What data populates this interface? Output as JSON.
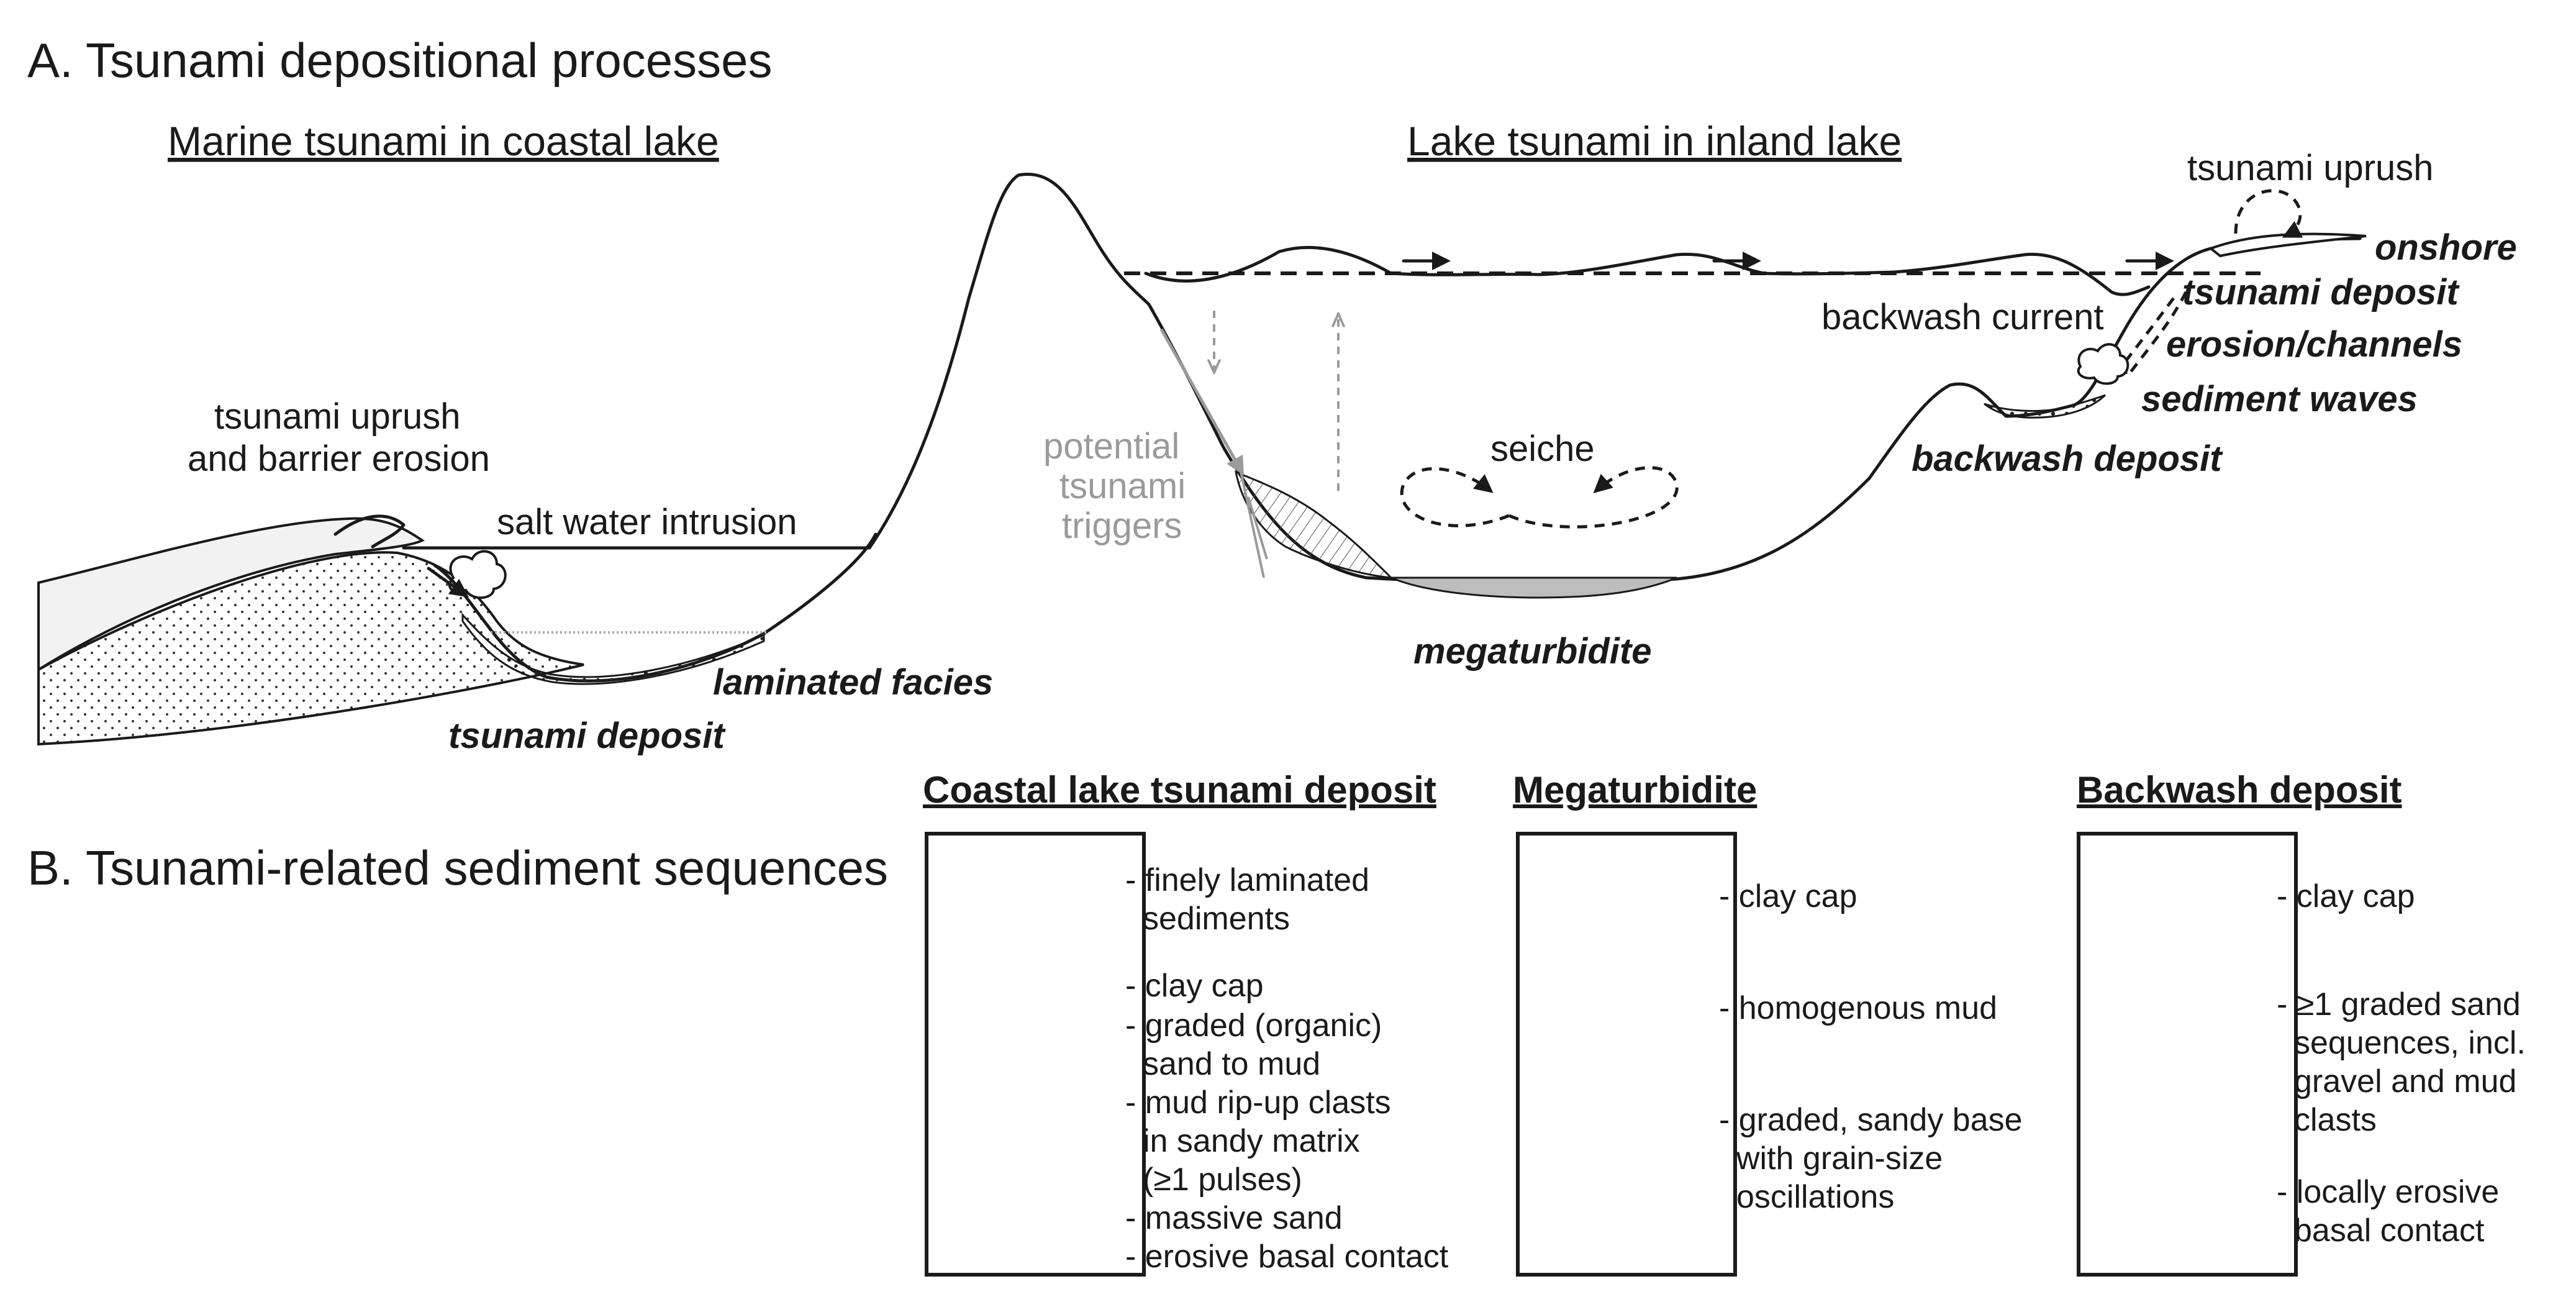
{
  "panel_a": {
    "title": "A. Tsunami depositional processes",
    "marine_heading": "Marine tsunami in coastal lake",
    "lake_heading": "Lake tsunami in inland lake",
    "labels": {
      "uprush_barrier_1": "tsunami uprush",
      "uprush_barrier_2": "and barrier erosion",
      "salt_water": "salt water intrusion",
      "laminated_facies": "laminated facies",
      "tsunami_deposit": "tsunami deposit",
      "triggers_1": "potential",
      "triggers_2": "tsunami",
      "triggers_3": "triggers",
      "seiche": "seiche",
      "megaturbidite": "megaturbidite",
      "backwash_current": "backwash current",
      "backwash_deposit": "backwash deposit",
      "tsunami_uprush": "tsunami uprush",
      "onshore_1": "onshore",
      "onshore_2": "tsunami deposit",
      "erosion_channels": "erosion/channels",
      "sediment_waves": "sediment waves"
    }
  },
  "panel_b": {
    "title": "B. Tsunami-related sediment sequences",
    "columns": [
      {
        "heading": "Coastal lake tsunami deposit",
        "items": [
          [
            "- finely laminated",
            "sediments"
          ],
          [
            "- clay cap"
          ],
          [
            "- graded (organic)",
            "sand to mud"
          ],
          [
            "- mud rip-up clasts",
            "in sandy matrix",
            "(≥1 pulses)"
          ],
          [
            "- massive sand"
          ],
          [
            "- erosive basal contact"
          ]
        ]
      },
      {
        "heading": "Megaturbidite",
        "items": [
          [
            "- clay cap"
          ],
          [
            "- homogenous mud"
          ],
          [
            "- graded, sandy base",
            "with grain-size",
            "oscillations"
          ]
        ]
      },
      {
        "heading": "Backwash deposit",
        "items": [
          [
            "- clay cap"
          ],
          [
            "- ≥1 graded sand",
            "sequences, incl.",
            "gravel and mud",
            "clasts"
          ],
          [
            "- locally erosive",
            "basal contact"
          ]
        ]
      }
    ]
  },
  "colors": {
    "ink": "#1a1a1a",
    "trigger_gray": "#9a9a9a",
    "megaturbidite_fill": "#bdbdbd",
    "barrier_fill": "#f2f2f2"
  }
}
